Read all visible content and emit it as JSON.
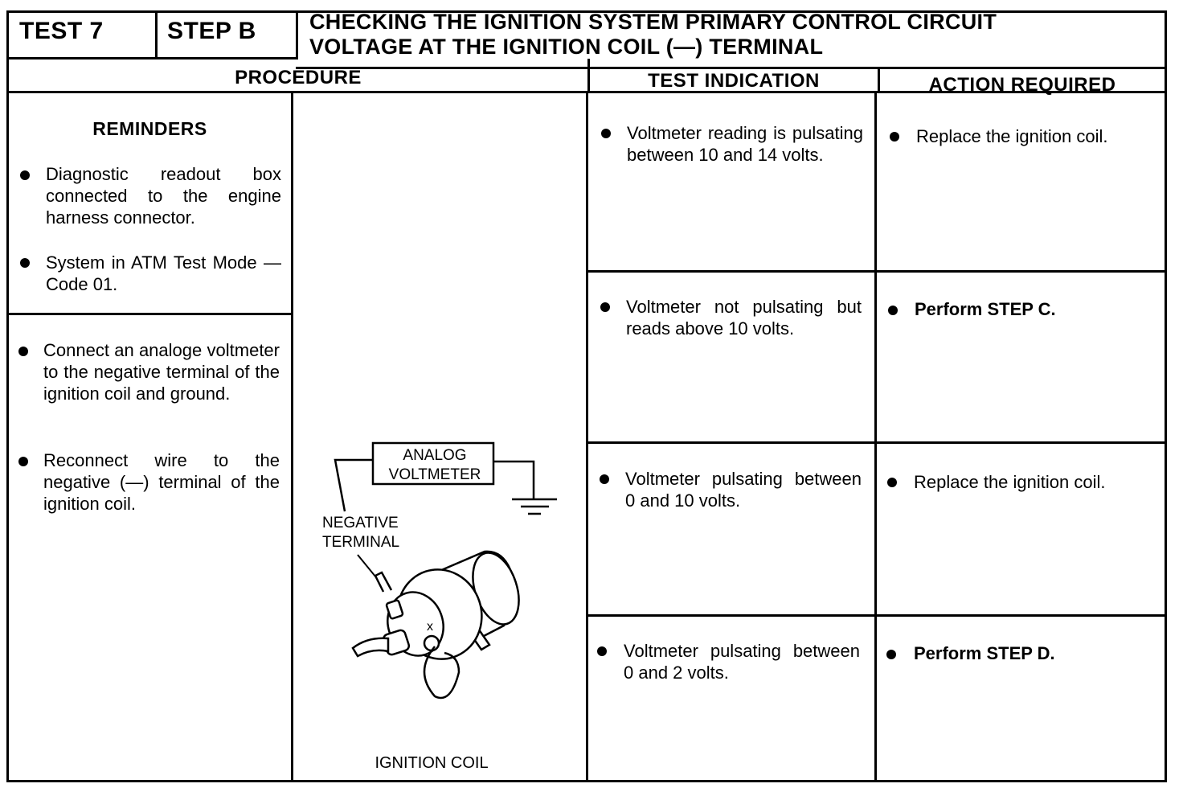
{
  "header": {
    "test": "TEST 7",
    "step": "STEP B",
    "title_line1": "CHECKING THE IGNITION SYSTEM PRIMARY CONTROL CIRCUIT",
    "title_line2": "VOLTAGE AT THE IGNITION COIL (—) TERMINAL"
  },
  "columns": {
    "procedure": "PROCEDURE",
    "test_indication": "TEST INDICATION",
    "action_required": "ACTION REQUIRED"
  },
  "reminders": {
    "heading": "REMINDERS",
    "items": [
      "Diagnostic readout box connected to the engine harness connector.",
      "System in ATM Test Mode — Code 01."
    ]
  },
  "procedure_steps": [
    "Connect an analoge voltmeter to the negative terminal of the ignition coil and ground.",
    "Reconnect wire to the negative (—) terminal of the ignition coil."
  ],
  "diagram": {
    "meter_line1": "ANALOG",
    "meter_line2": "VOLTMETER",
    "neg_line1": "NEGATIVE",
    "neg_line2": "TERMINAL",
    "coil_caption": "IGNITION COIL",
    "terminal_mark": "x"
  },
  "rows": [
    {
      "indication": "Voltmeter reading is pulsating between 10 and 14 volts.",
      "action": "Replace the ignition coil.",
      "action_bold": false
    },
    {
      "indication": "Voltmeter not pulsating but reads above 10 volts.",
      "action": "Perform STEP C.",
      "action_bold": true
    },
    {
      "indication": "Voltmeter pulsating between 0 and 10 volts.",
      "action": "Replace the ignition coil.",
      "action_bold": false
    },
    {
      "indication": "Voltmeter pulsating between 0 and 2 volts.",
      "action": "Perform STEP D.",
      "action_bold": true
    }
  ]
}
